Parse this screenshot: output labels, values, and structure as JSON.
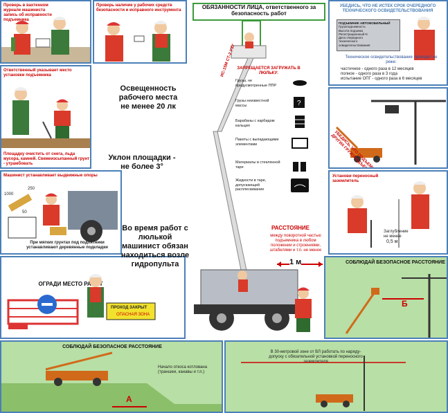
{
  "panels": {
    "p1": {
      "text": "Проверь в вахтенном журнале машиниста запись об исправности подъемника"
    },
    "p2": {
      "text": "Проверь наличие у рабочих средств безопасности и исправного инструмента"
    },
    "p3": {
      "text": "Ответственный указывает место установки подъемника",
      "footer": "Площадку очистить от снега, льда мусора, камней. Свежеизсыпанный грунт - утрамбовать"
    },
    "p4": {
      "text": "Машинист устанавливает выдвижные опоры",
      "footer": "При мягких грунтах под подпятники устанавливают деревянные подкладки",
      "d1": "1000",
      "d2": "250",
      "d3": "50"
    },
    "p5": {
      "title": "ОГРАДИ МЕСТО РАБОТ",
      "sign1": "ПРОХОД ЗАКРЫТ",
      "sign2": "ОПАСНАЯ ЗОНА"
    },
    "p6": {
      "title": "СОБЛЮДАЙ БЕЗОПАСНОЕ РАССТОЯНИЕ",
      "note": "Начало откоса котлована (траншеи, канавы и т.п.)",
      "label": "А"
    },
    "p7": {
      "note": "В 30-метровой зоне от ВЛ работать по наряду-допуску с обязательной установкой переносного заземлителя"
    },
    "p8": {
      "title": "СОБЛЮДАЙ БЕЗОПАСНОЕ РАССТОЯНИЕ",
      "label": "Б"
    },
    "p9": {
      "text": "Установи переносный заземлитель",
      "ground": "Заглубление не менее",
      "depth": "0,5 м"
    },
    "p10": {
      "diag": "УБЕДИСЬ, ЧТО ПОДЪЕМНИК УСТАНОВЛЕН ВНЕ ЗОНЫ ДЕЙСТВИЯ ДРУГИХ ГРУЗОПОДЪЕМНЫХ МЕХАНИЗМОВ"
    },
    "p11": {
      "title": "УБЕДИСЬ, ЧТО НЕ ИСТЕК СРОК ОЧЕРЕДНОГО ТЕХНИЧЕСКОГО ОСВИДЕТЕЛЬСТВОВАНИЯ",
      "plate": [
        "ПОДЪЕМНИК АВТОМОБИЛЬНЫЙ",
        "Грузоподъемность",
        "Высота подъема",
        "Регистрационный N",
        "Дата очередного",
        "технического",
        "освидетельствования"
      ],
      "freq_title": "Техническое освидетельствование проводят не реже:",
      "freq": [
        "частичное - одного раза в 12 месяцев",
        "полное - одного раза в 3 года",
        "испытание ОПГ - одного раза в 6 месяцев"
      ]
    }
  },
  "center": {
    "duties_title": "ОБЯЗАННОСТИ ЛИЦА, ответственного за безопасность работ",
    "lighting": "Освещенность рабочего места не менее 20 лк",
    "slope": "Уклон площадки - не более 3°",
    "hydro": "Во время работ с люлькой машинист обязан находиться возле гидропульта",
    "forbid": "ЗАПРЕЩАЕТСЯ ЗАГРУЖАТЬ В ЛЮЛЬКУ:",
    "items": [
      "Грузы, не предусмотренные ППР",
      "Грузы неизвестной массы",
      "Барабаны с карбидом кальция",
      "Пакеты с выпадающими элементами",
      "Материалы в стеклянной таре",
      "Жидкости в таре, допускающей расплескивание"
    ],
    "distance_title": "РАССТОЯНИЕ",
    "distance_text": "между поворотной частью подъемника в любом положении и строениями, штабелями и т.п. не менее",
    "distance_value": "1 м",
    "boom_text": "ИС-15М СТ-2 УЗУ"
  }
}
